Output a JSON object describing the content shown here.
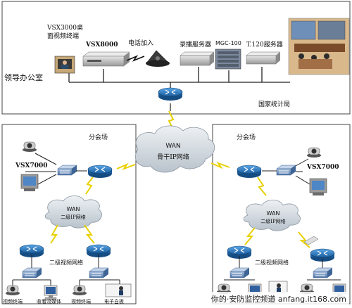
{
  "top": {
    "office_label": "领导办公室",
    "vsx3000_line1": "VSX3000桌",
    "vsx3000_line2": "面视频终端",
    "vsx8000": "VSX8000",
    "phone": "电话加入",
    "recorder": "录播服务器",
    "mgc": "MGC-100",
    "t120": "T.120服务器",
    "bureau": "国家统计局"
  },
  "wan_main": {
    "line1": "WAN",
    "line2": "骨干IP网络"
  },
  "left_branch": {
    "title": "分会场",
    "vsx7000": "VSX7000",
    "wan_line1": "WAN",
    "wan_line2": "二级IP网络",
    "net_label": "二级视频网络",
    "end1": "视频终端",
    "end2": "收看流媒体",
    "end3": "视频终端",
    "end4": "电子白板"
  },
  "right_branch": {
    "title": "分会场",
    "vsx7000": "VSX7000",
    "wan_line1": "WAN",
    "wan_line2": "二级IP网络",
    "net_label": "二级视频网络"
  },
  "watermark": {
    "text": "你的·安防监控频道 anfang.it168.com"
  },
  "colors": {
    "router": "#1f6fb8",
    "switch": "#6a8fbf",
    "cloud": "#cfd6dc",
    "lightning": "#e8d000",
    "frame": "#444444"
  }
}
